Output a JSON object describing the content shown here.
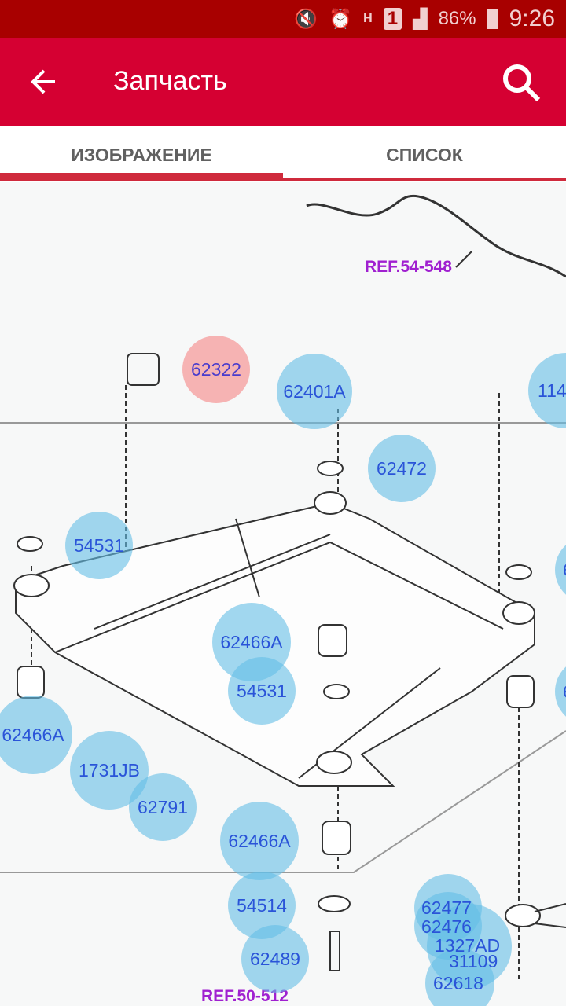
{
  "status_bar": {
    "battery": "86%",
    "time": "9:26",
    "network": "H",
    "sim": "1"
  },
  "app_bar": {
    "title": "Запчасть"
  },
  "tabs": [
    {
      "label": "ИЗОБРАЖЕНИЕ",
      "active": true
    },
    {
      "label": "СПИСОК",
      "active": false
    }
  ],
  "diagram": {
    "refs": [
      "REF.54-548",
      "REF.50-512"
    ],
    "parts": [
      {
        "code": "62322",
        "selected": true
      },
      {
        "code": "62401A"
      },
      {
        "code": "114"
      },
      {
        "code": "62472"
      },
      {
        "code": "54531"
      },
      {
        "code": "62466A"
      },
      {
        "code": "54531"
      },
      {
        "code": "62466A"
      },
      {
        "code": "1731JB"
      },
      {
        "code": "62791"
      },
      {
        "code": "62466A"
      },
      {
        "code": "54514"
      },
      {
        "code": "62489"
      },
      {
        "code": "62477"
      },
      {
        "code": "62476"
      },
      {
        "code": "1327AD"
      },
      {
        "code": "31109"
      },
      {
        "code": "62618"
      },
      {
        "code": "6"
      },
      {
        "code": "6"
      }
    ]
  },
  "colors": {
    "status": "#a80000",
    "appbar": "#d50032",
    "accent": "#cf2a3c",
    "bubble": "#64bee6",
    "selected": "#f59696"
  }
}
